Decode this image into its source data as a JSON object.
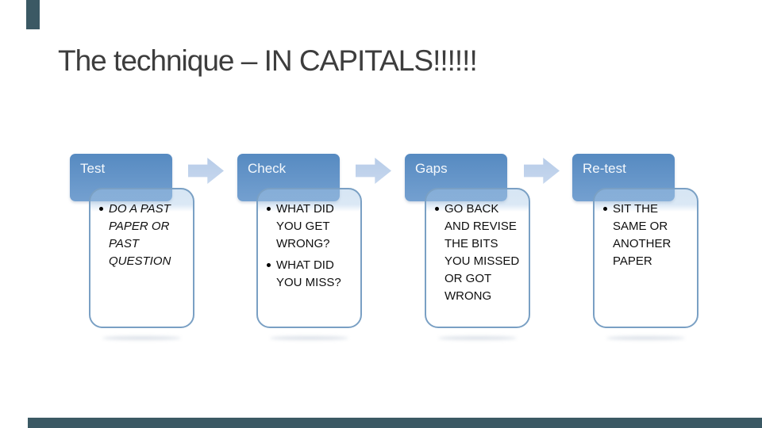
{
  "slide": {
    "title": "The technique – IN CAPITALS!!!!!!"
  },
  "diagram": {
    "steps": [
      {
        "label": "Test",
        "bullets": [
          "DO A PAST PAPER OR PAST QUESTION"
        ]
      },
      {
        "label": "Check",
        "bullets": [
          "WHAT DID YOU GET WRONG?",
          "WHAT DID YOU MISS?"
        ]
      },
      {
        "label": "Gaps",
        "bullets": [
          "GO BACK AND REVISE THE BITS YOU MISSED OR GOT WRONG"
        ]
      },
      {
        "label": "Re-test",
        "bullets": [
          "SIT THE SAME OR ANOTHER PAPER"
        ]
      }
    ],
    "icons": {
      "between_steps": "arrow-right-icon"
    }
  },
  "colors": {
    "background": "#ffffff",
    "title_text": "#3d3d3d",
    "body_text": "#0f0f0f",
    "header_blue_top": "#568ac1",
    "header_blue_bottom": "#74a0d0",
    "header_label_text": "#f4f8fc",
    "card_border": "#7aa0c4",
    "card_band": "#d3e3f2",
    "arrow_blue": "#b7cce8",
    "accent_bar": "#3b5964"
  }
}
